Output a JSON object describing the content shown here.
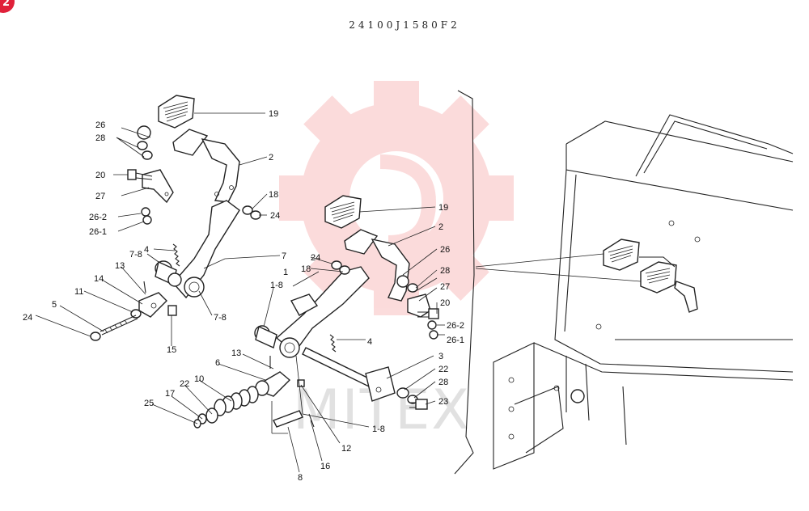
{
  "header": {
    "part_number": "24100J1580F2",
    "page_badge": "2"
  },
  "watermark": {
    "text": "MITEX",
    "gear_color": "#f5a3a3",
    "text_color": "#c9c9c9"
  },
  "callouts": {
    "c19a": "19",
    "c2a": "2",
    "c26a": "26",
    "c28a": "28",
    "c20a": "20",
    "c27a": "27",
    "c262a": "26-2",
    "c261a": "26-1",
    "c18a": "18",
    "c24a": "24",
    "c4a": "4",
    "c78a": "7-8",
    "c7": "7",
    "c13a": "13",
    "c14": "14",
    "c11": "11",
    "c5": "5",
    "c24b": "24",
    "c78b": "7-8",
    "c15": "15",
    "c19b": "19",
    "c2b": "2",
    "c26b": "26",
    "c28b": "28",
    "c27b": "27",
    "c20b": "20",
    "c262b": "26-2",
    "c261b": "26-1",
    "c24c": "24",
    "c18b": "18",
    "c1": "1",
    "c18c": "1-8",
    "c4b": "4",
    "c3": "3",
    "c22a": "22",
    "c28c": "28",
    "c23": "23",
    "c13b": "13",
    "c6": "6",
    "c22b": "22",
    "c10": "10",
    "c17": "17",
    "c25": "25",
    "c12": "12",
    "c18d": "1-8",
    "c8": "8",
    "c16": "16"
  },
  "colors": {
    "line": "#222222",
    "badge": "#e0213a"
  }
}
